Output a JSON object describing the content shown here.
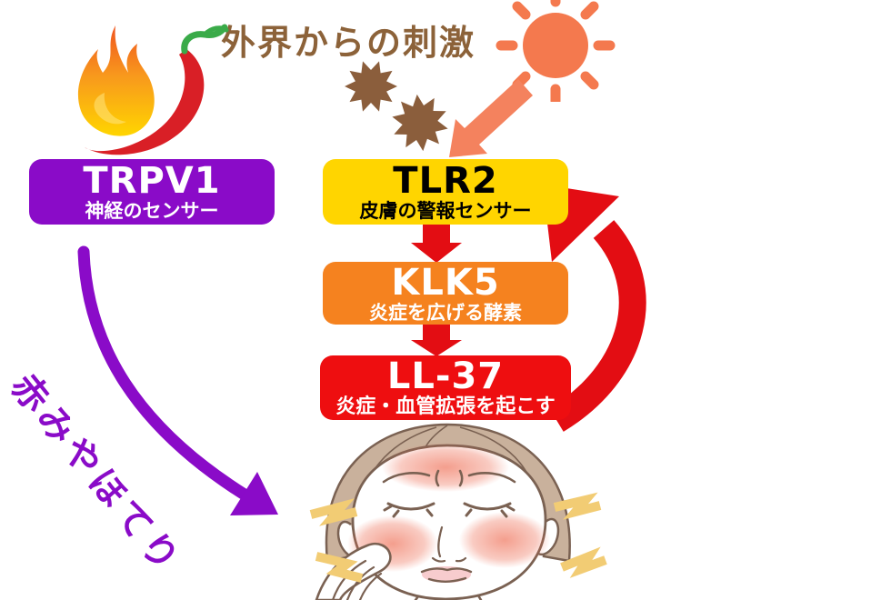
{
  "title": "外界からの刺激",
  "boxes": [
    {
      "name": "TRPV1",
      "desc": "神経のセンサー",
      "bg": "#8A0BC8",
      "fg": "#FFFFFF"
    },
    {
      "name": "TLR2",
      "desc": "皮膚の警報センサー",
      "bg": "#FFD500",
      "fg": "#000000"
    },
    {
      "name": "KLK5",
      "desc": "炎症を広げる酵素",
      "bg": "#F5821F",
      "fg": "#FFFFFF"
    },
    {
      "name": "LL-37",
      "desc": "炎症・血管拡張を起こす",
      "bg": "#EE0E10",
      "fg": "#FFFFFF"
    }
  ],
  "flow": {
    "output_label": "赤みやほてり"
  },
  "icons": {
    "pepper": "chili-pepper-with-flame-icon",
    "sun": "sun-icon",
    "bursts": "irritant-burst-icons",
    "sun_arrow": "stimulus-arrow",
    "feedback_arrow": "feedback-loop-arrow",
    "down_arrows": "flow-down-arrows",
    "output_arrow": "redness-output-arrow",
    "face": "flushed-face-illustration",
    "sparks": "irritation-spark-icons"
  },
  "colors": {
    "title_brown": "#8C6239",
    "purple": "#8A0BC8",
    "yellow": "#FFD500",
    "orange": "#F5821F",
    "box_red": "#EE0E10",
    "arrow_red": "#E30D13",
    "salmon": "#F4794E",
    "burst_brown": "#8B5E3C",
    "pepper_red": "#D91F26",
    "stem_green": "#3AAB49",
    "hair_taupe": "#C9B19C",
    "line_brown": "#7A6152",
    "blush": "#EE6A50",
    "spark_yellow": "#F2CC74"
  }
}
